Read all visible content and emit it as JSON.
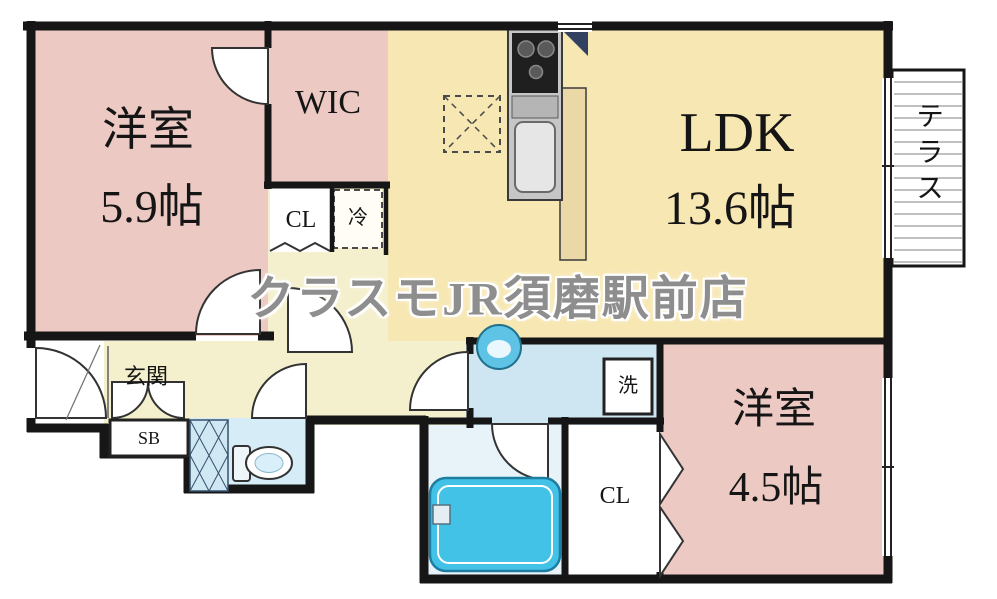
{
  "watermark": {
    "text": "クラスモJR須磨駅前店"
  },
  "rooms": {
    "bedroom_main": {
      "name": "洋室",
      "size": "5.9帖"
    },
    "wic": {
      "label": "WIC"
    },
    "hall_closet": {
      "label": "CL"
    },
    "refrigerator": {
      "label": "冷"
    },
    "ldk": {
      "name": "LDK",
      "size": "13.6帖"
    },
    "terrace": {
      "label": "テラス"
    },
    "entrance": {
      "label": "玄関"
    },
    "shoe_box": {
      "label": "SB"
    },
    "washer": {
      "label": "洗"
    },
    "bedroom_closet": {
      "label": "CL"
    },
    "bedroom_second": {
      "name": "洋室",
      "size": "4.5帖"
    }
  },
  "colors": {
    "wall": "#161616",
    "room_pink": "#ecc9c2",
    "ldk_yellow": "#f7e7b2",
    "hall_cream": "#f4f0cd",
    "washroom_blue": "#cde6f2",
    "toilet_blue": "#d6ecf7",
    "bathroom_blue": "#e7f3f9",
    "bathtub_blue": "#43c2e8",
    "counter_beige": "#ead9a6",
    "kitchen_gray": "#c6c6c6"
  }
}
